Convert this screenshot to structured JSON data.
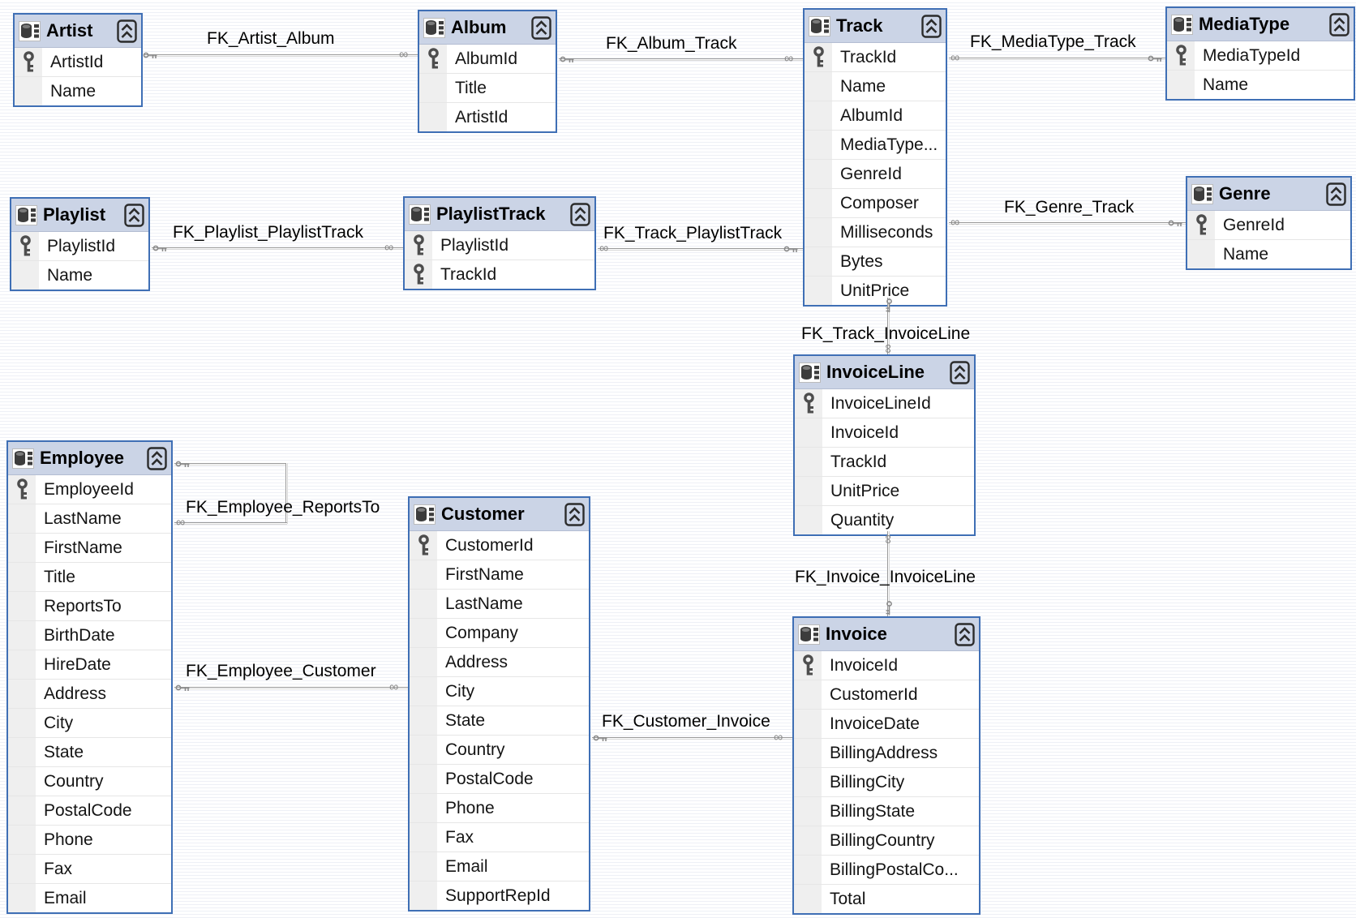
{
  "markers": {
    "many": "∞"
  },
  "tables": {
    "artist": {
      "title": "Artist",
      "columns": [
        {
          "name": "ArtistId",
          "pk": true
        },
        {
          "name": "Name",
          "pk": false
        }
      ]
    },
    "album": {
      "title": "Album",
      "columns": [
        {
          "name": "AlbumId",
          "pk": true
        },
        {
          "name": "Title",
          "pk": false
        },
        {
          "name": "ArtistId",
          "pk": false
        }
      ]
    },
    "track": {
      "title": "Track",
      "columns": [
        {
          "name": "TrackId",
          "pk": true
        },
        {
          "name": "Name",
          "pk": false
        },
        {
          "name": "AlbumId",
          "pk": false
        },
        {
          "name": "MediaType...",
          "pk": false
        },
        {
          "name": "GenreId",
          "pk": false
        },
        {
          "name": "Composer",
          "pk": false
        },
        {
          "name": "Milliseconds",
          "pk": false
        },
        {
          "name": "Bytes",
          "pk": false
        },
        {
          "name": "UnitPrice",
          "pk": false
        }
      ]
    },
    "mediatype": {
      "title": "MediaType",
      "columns": [
        {
          "name": "MediaTypeId",
          "pk": true
        },
        {
          "name": "Name",
          "pk": false
        }
      ]
    },
    "genre": {
      "title": "Genre",
      "columns": [
        {
          "name": "GenreId",
          "pk": true
        },
        {
          "name": "Name",
          "pk": false
        }
      ]
    },
    "playlist": {
      "title": "Playlist",
      "columns": [
        {
          "name": "PlaylistId",
          "pk": true
        },
        {
          "name": "Name",
          "pk": false
        }
      ]
    },
    "playlisttrack": {
      "title": "PlaylistTrack",
      "columns": [
        {
          "name": "PlaylistId",
          "pk": true
        },
        {
          "name": "TrackId",
          "pk": true
        }
      ]
    },
    "invoiceline": {
      "title": "InvoiceLine",
      "columns": [
        {
          "name": "InvoiceLineId",
          "pk": true
        },
        {
          "name": "InvoiceId",
          "pk": false
        },
        {
          "name": "TrackId",
          "pk": false
        },
        {
          "name": "UnitPrice",
          "pk": false
        },
        {
          "name": "Quantity",
          "pk": false
        }
      ]
    },
    "invoice": {
      "title": "Invoice",
      "columns": [
        {
          "name": "InvoiceId",
          "pk": true
        },
        {
          "name": "CustomerId",
          "pk": false
        },
        {
          "name": "InvoiceDate",
          "pk": false
        },
        {
          "name": "BillingAddress",
          "pk": false
        },
        {
          "name": "BillingCity",
          "pk": false
        },
        {
          "name": "BillingState",
          "pk": false
        },
        {
          "name": "BillingCountry",
          "pk": false
        },
        {
          "name": "BillingPostalCo...",
          "pk": false
        },
        {
          "name": "Total",
          "pk": false
        }
      ]
    },
    "employee": {
      "title": "Employee",
      "columns": [
        {
          "name": "EmployeeId",
          "pk": true
        },
        {
          "name": "LastName",
          "pk": false
        },
        {
          "name": "FirstName",
          "pk": false
        },
        {
          "name": "Title",
          "pk": false
        },
        {
          "name": "ReportsTo",
          "pk": false
        },
        {
          "name": "BirthDate",
          "pk": false
        },
        {
          "name": "HireDate",
          "pk": false
        },
        {
          "name": "Address",
          "pk": false
        },
        {
          "name": "City",
          "pk": false
        },
        {
          "name": "State",
          "pk": false
        },
        {
          "name": "Country",
          "pk": false
        },
        {
          "name": "PostalCode",
          "pk": false
        },
        {
          "name": "Phone",
          "pk": false
        },
        {
          "name": "Fax",
          "pk": false
        },
        {
          "name": "Email",
          "pk": false
        }
      ]
    },
    "customer": {
      "title": "Customer",
      "columns": [
        {
          "name": "CustomerId",
          "pk": true
        },
        {
          "name": "FirstName",
          "pk": false
        },
        {
          "name": "LastName",
          "pk": false
        },
        {
          "name": "Company",
          "pk": false
        },
        {
          "name": "Address",
          "pk": false
        },
        {
          "name": "City",
          "pk": false
        },
        {
          "name": "State",
          "pk": false
        },
        {
          "name": "Country",
          "pk": false
        },
        {
          "name": "PostalCode",
          "pk": false
        },
        {
          "name": "Phone",
          "pk": false
        },
        {
          "name": "Fax",
          "pk": false
        },
        {
          "name": "Email",
          "pk": false
        },
        {
          "name": "SupportRepId",
          "pk": false
        }
      ]
    }
  },
  "relationships": {
    "fk_artist_album": {
      "label": "FK_Artist_Album",
      "one": "Artist",
      "many": "Album"
    },
    "fk_album_track": {
      "label": "FK_Album_Track",
      "one": "Album",
      "many": "Track"
    },
    "fk_mediatype_track": {
      "label": "FK_MediaType_Track",
      "one": "MediaType",
      "many": "Track"
    },
    "fk_genre_track": {
      "label": "FK_Genre_Track",
      "one": "Genre",
      "many": "Track"
    },
    "fk_playlist_playlisttrack": {
      "label": "FK_Playlist_PlaylistTrack",
      "one": "Playlist",
      "many": "PlaylistTrack"
    },
    "fk_track_playlisttrack": {
      "label": "FK_Track_PlaylistTrack",
      "one": "Track",
      "many": "PlaylistTrack"
    },
    "fk_track_invoiceline": {
      "label": "FK_Track_InvoiceLine",
      "one": "Track",
      "many": "InvoiceLine"
    },
    "fk_invoice_invoiceline": {
      "label": "FK_Invoice_InvoiceLine",
      "one": "Invoice",
      "many": "InvoiceLine"
    },
    "fk_employee_reportsto": {
      "label": "FK_Employee_ReportsTo",
      "one": "Employee",
      "many": "Employee"
    },
    "fk_employee_customer": {
      "label": "FK_Employee_Customer",
      "one": "Employee",
      "many": "Customer"
    },
    "fk_customer_invoice": {
      "label": "FK_Customer_Invoice",
      "one": "Customer",
      "many": "Invoice"
    }
  }
}
